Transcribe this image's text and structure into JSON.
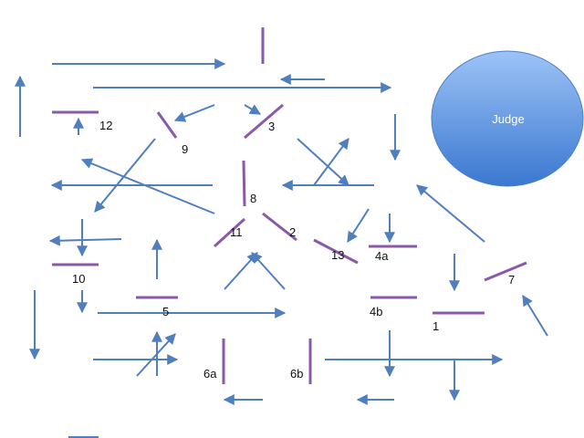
{
  "judge": {
    "label": "Judge",
    "fill_top": "#9dc3f7",
    "fill_bottom": "#3a78d0",
    "stroke": "#4a7fc0"
  },
  "colors": {
    "arrow": "#4f7fbf",
    "barrier": "#8a5aa8"
  },
  "labels": {
    "l1": "1",
    "l2": "2",
    "l3": "3",
    "l4a": "4a",
    "l4b": "4b",
    "l5": "5",
    "l6a": "6a",
    "l6b": "6b",
    "l7": "7",
    "l8": "8",
    "l9": "9",
    "l10": "10",
    "l11": "11",
    "l12": "12",
    "l13": "13"
  }
}
